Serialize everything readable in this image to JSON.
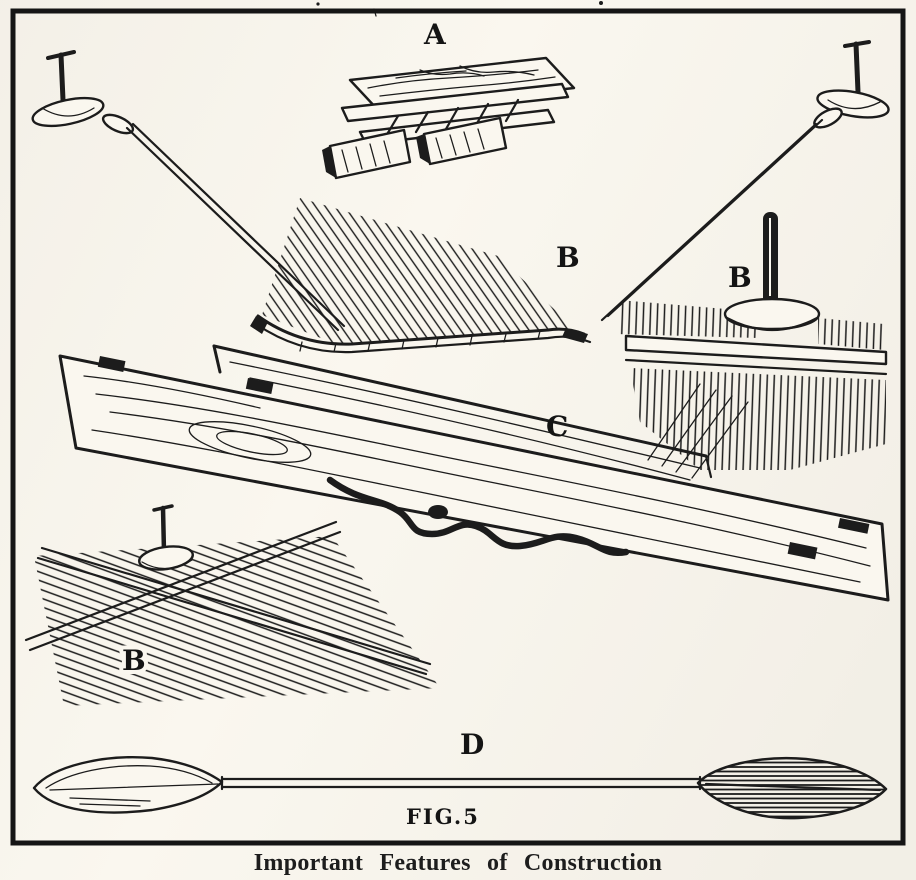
{
  "colors": {
    "paper": "#faf7ef",
    "ink": "#1c1c1c"
  },
  "figure": {
    "part_labels": {
      "a": "A",
      "b_rod": "B",
      "b_bolt": "B",
      "b_batten": "B",
      "c": "C",
      "d": "D"
    },
    "fig_label": "FIG.5",
    "caption": "Important Features of Construction"
  }
}
